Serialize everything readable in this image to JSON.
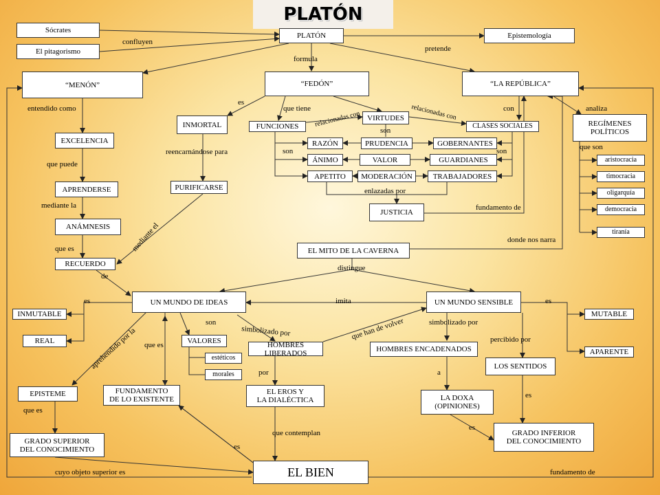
{
  "title": "PLATÓN",
  "nodes": {
    "socrates": "Sócrates",
    "pitagorismo": "El pitagorismo",
    "platon": "PLATÓN",
    "epistemologia": "Epistemología",
    "menon": "“MENÓN”",
    "fedon": "“FEDÓN”",
    "republica": "“LA REPÚBLICA”",
    "inmortal": "INMORTAL",
    "funciones": "FUNCIONES",
    "virtudes": "VIRTUDES",
    "clases": "CLASES SOCIALES",
    "regimenes": "REGÍMENES\nPOLÍTICOS",
    "excelencia": "EXCELENCIA",
    "razon": "RAZÓN",
    "prudencia": "PRUDENCIA",
    "gobernantes": "GOBERNANTES",
    "animo": "ÁNIMO",
    "valor": "VALOR",
    "guardianes": "GUARDIANES",
    "apetito": "APETITO",
    "moderacion": "MODERACIÓN",
    "trabajadores": "TRABAJADORES",
    "aristocracia": "aristocracia",
    "timocracia": "timocracia",
    "oligarquia": "oligarquía",
    "democracia": "democracia",
    "tirania": "tiranía",
    "aprenderse": "APRENDERSE",
    "purificarse": "PURIFICARSE",
    "justicia": "JUSTICIA",
    "anamnesis": "ANÁMNESIS",
    "mito": "EL MITO DE LA CAVERNA",
    "recuerdo": "RECUERDO",
    "mundo_ideas": "UN MUNDO DE IDEAS",
    "mundo_sensible": "UN MUNDO SENSIBLE",
    "inmutable": "INMUTABLE",
    "mutable": "MUTABLE",
    "real": "REAL",
    "valores": "VALORES",
    "esteticos": "estéticos",
    "morales": "morales",
    "liberados": "HOMBRES LIBERADOS",
    "encadenados": "HOMBRES ENCADENADOS",
    "aparente": "APARENTE",
    "sentidos": "LOS SENTIDOS",
    "episteme": "EPISTEME",
    "fundamento": "FUNDAMENTO\nDE LO EXISTENTE",
    "eros": "EL EROS Y\nLA DIALÉCTICA",
    "doxa": "LA DOXA\n(OPINIONES)",
    "grado_superior": "GRADO SUPERIOR\nDEL CONOCIMIENTO",
    "grado_inferior": "GRADO INFERIOR\nDEL CONOCIMIENTO",
    "bien": "EL BIEN"
  },
  "labels": {
    "confluyen": "confluyen",
    "pretende": "pretende",
    "formula": "formula",
    "entendido_como": "entendido como",
    "es_fedon": "es",
    "que_tiene": "que tiene",
    "relacionadas_con_1": "relacionadas con",
    "relacionadas_con_2": "relacionadas con",
    "con": "con",
    "analiza": "analiza",
    "son_virtudes": "son",
    "son_funciones": "son",
    "son_clases": "son",
    "que_son": "que son",
    "reencarnandose": "reencarnándose para",
    "que_puede": "que puede",
    "enlazadas_por": "enlazadas por",
    "fundamento_de_1": "fundamento de",
    "mediante_la": "mediante la",
    "mediante_el": "mediante el",
    "donde_nos_narra": "donde nos narra",
    "que_es_1": "que es",
    "distingue": "distingue",
    "de": "de",
    "es_ideas": "es",
    "imita": "imita",
    "es_sensible": "es",
    "son_ideas": "son",
    "simbolizado_por_1": "simbolizado por",
    "que_han_de_volver": "que han de volver",
    "simbolizado_por_2": "simbolizado por",
    "aprehendido_por_la": "aprehendido por la",
    "que_es_2": "que es",
    "percibido_por": "percibido por",
    "por": "por",
    "a": "a",
    "que_es_3": "que es",
    "es_sentidos": "es",
    "que_contemplan": "que contemplan",
    "es_doxa": "es",
    "es_fundamento": "es",
    "cuyo_objeto": "cuyo objeto superior es",
    "fundamento_de_2": "fundamento de"
  }
}
